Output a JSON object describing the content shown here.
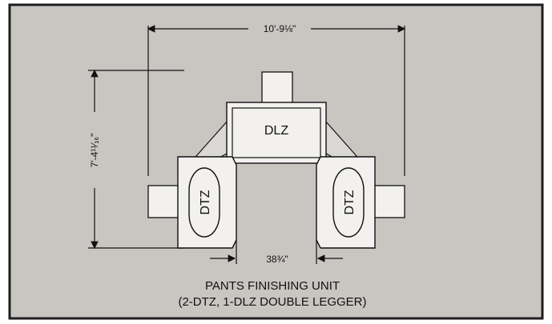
{
  "diagram": {
    "caption": {
      "line1": "PANTS FINISHING UNIT",
      "line2": "(2-DTZ, 1-DLZ DOUBLE LEGGER)"
    },
    "dimensions": {
      "width": "10'-9⅛\"",
      "height": "7'-4¹¹⁄₁₆\"",
      "gap": "38¾\""
    },
    "units": {
      "center": "DLZ",
      "left": "DTZ",
      "right": "DTZ"
    },
    "colors": {
      "background": "#c9c6c2",
      "frame": "#1e1e1e",
      "unit_fill": "#f2f1ef",
      "line": "#111111"
    }
  }
}
